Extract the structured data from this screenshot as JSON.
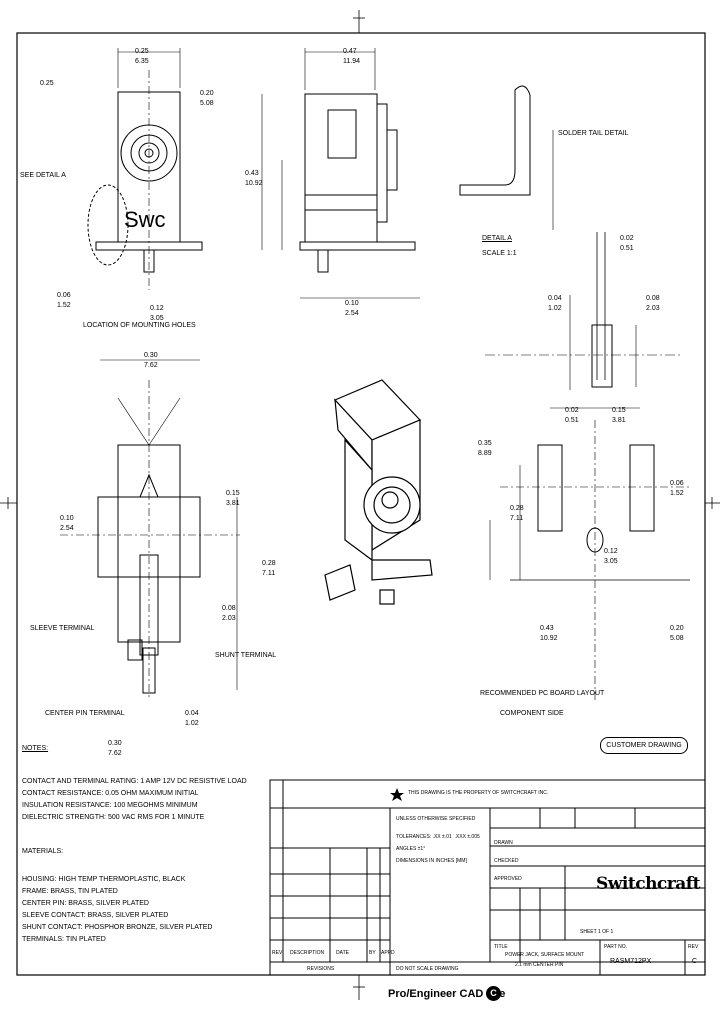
{
  "drawing": {
    "footer_cad_text": "Pro/Engineer CAD File",
    "footer_cad_badge": "C",
    "customer_stamp": "CUSTOMER DRAWING",
    "brand": "Switchcraft",
    "notes_heading": "NOTES:",
    "notes_lines": [
      "CONTACT AND TERMINAL RATING: 1 AMP 12V DC RESISTIVE LOAD",
      "CONTACT RESISTANCE: 0.05 OHM MAXIMUM INITIAL",
      "INSULATION RESISTANCE: 100 MEGOHMS MINIMUM",
      "DIELECTRIC STRENGTH: 500 VAC RMS FOR 1 MINUTE"
    ],
    "materials_heading": "MATERIALS:",
    "materials_lines": [
      "HOUSING: HIGH TEMP THERMOPLASTIC, BLACK",
      "FRAME: BRASS, TIN PLATED",
      "CENTER PIN: BRASS, SILVER PLATED",
      "SLEEVE CONTACT: BRASS, SILVER PLATED",
      "SHUNT CONTACT: PHOSPHOR BRONZE, SILVER PLATED",
      "TERMINALS: TIN PLATED"
    ],
    "labels": {
      "detail_a": "DETAIL A",
      "see_detail_a": "SEE DETAIL A",
      "solder_tail_detail": "SOLDER TAIL DETAIL",
      "center_pin_terminal": "CENTER PIN TERMINAL",
      "sleeve_terminal": "SLEEVE TERMINAL",
      "shunt_terminal": "SHUNT TERMINAL",
      "pcb_layout": "RECOMMENDED PC BOARD LAYOUT",
      "component_side": "COMPONENT SIDE",
      "mounting_holes": "LOCATION OF MOUNTING HOLES",
      "scale": "SCALE 1:1"
    },
    "dims": [
      "0.25",
      "6.35",
      "0.47",
      "11.94",
      "0.43",
      "10.92",
      "0.20",
      "5.08",
      "0.06",
      "1.52",
      "0.12",
      "3.05",
      "0.10",
      "2.54",
      "0.04",
      "1.02",
      "0.08",
      "2.03",
      "0.30",
      "7.62",
      "0.02",
      "0.51",
      "0.15",
      "3.81",
      "0.28",
      "7.11",
      "0.35",
      "8.89"
    ],
    "title_block": {
      "unless": "UNLESS OTHERWISE SPECIFIED",
      "tolerances": "TOLERANCES: .XX ±.01  .XXX ±.005",
      "angles": "ANGLES ±1°",
      "dimensions": "DIMENSIONS IN INCHES [MM]",
      "warning": "THIS DRAWING IS THE PROPERTY OF SWITCHCRAFT INC.",
      "do_not_scale": "DO NOT SCALE DRAWING",
      "revisions": "REVISIONS",
      "rev_headers": [
        "REV",
        "DESCRIPTION",
        "DATE",
        "BY",
        "APPD"
      ],
      "drawn_label": "DRAWN",
      "checked_label": "CHECKED",
      "approved_label": "APPROVED",
      "title_label": "TITLE",
      "title_value": "POWER JACK, SURFACE MOUNT",
      "title_value2": "2.1 mm CENTER PIN",
      "part_label": "PART NO.",
      "part_no": "RASM712PX",
      "rev_label": "REV",
      "rev_value": "C",
      "sheet_label": "SHEET 1 OF 1"
    }
  }
}
